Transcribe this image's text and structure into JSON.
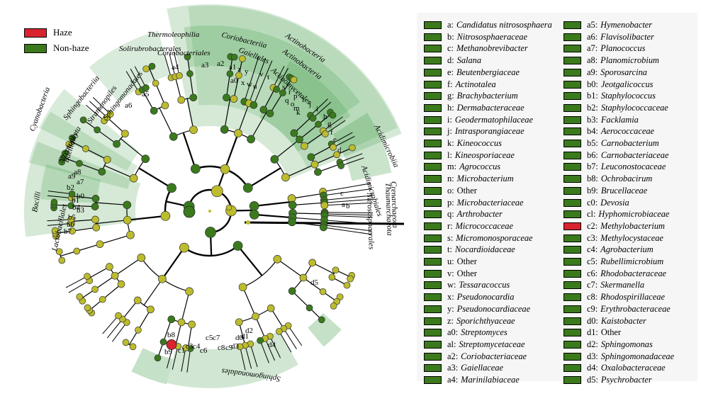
{
  "colors": {
    "haze": "#d9232e",
    "nonhaze": "#3a7a1c",
    "neutral_node": "#bcbc2e",
    "shade": "#3f9a45"
  },
  "groups": [
    {
      "label": "Haze",
      "color": "#d9232e"
    },
    {
      "label": "Non-haze",
      "color": "#3a7a1c"
    }
  ],
  "center_dot_color": "#bcbc2e",
  "clade_labels": [
    {
      "text": "Thermoleophilia"
    },
    {
      "text": "Solirubrobacterales"
    },
    {
      "text": "Coriobacteriales"
    },
    {
      "text": "Coriobacteriia"
    },
    {
      "text": "Gaiellales"
    },
    {
      "text": "Actinobacteria"
    },
    {
      "text": "Actinobacteria"
    },
    {
      "text": "Actinomycetales"
    },
    {
      "text": "Acidimicrobiia"
    },
    {
      "text": "Acidimicrobiales"
    },
    {
      "text": "Crenarchaeota"
    },
    {
      "text": "Thaumarchaeota"
    },
    {
      "text": "Nitrososphaerales"
    },
    {
      "text": "Cyanobacteria"
    },
    {
      "text": "Sphingobacteriia"
    },
    {
      "text": "Streptophyta"
    },
    {
      "text": "Stramenopiles"
    },
    {
      "text": "Sphingomonadales"
    },
    {
      "text": "Bacillales"
    },
    {
      "text": "Bacilli"
    },
    {
      "text": "Lactobacillales"
    },
    {
      "text": "Sphingomonadales"
    }
  ],
  "node_codes": [
    {
      "text": "a4"
    },
    {
      "text": "a3"
    },
    {
      "text": "a2"
    },
    {
      "text": "a1"
    },
    {
      "text": "z"
    },
    {
      "text": "y"
    },
    {
      "text": "v"
    },
    {
      "text": "t"
    },
    {
      "text": "a0"
    },
    {
      "text": "x"
    },
    {
      "text": "w"
    },
    {
      "text": "u"
    },
    {
      "text": "s"
    },
    {
      "text": "r"
    },
    {
      "text": "p"
    },
    {
      "text": "l"
    },
    {
      "text": "j"
    },
    {
      "text": "i"
    },
    {
      "text": "q"
    },
    {
      "text": "o"
    },
    {
      "text": "m"
    },
    {
      "text": "k"
    },
    {
      "text": "h"
    },
    {
      "text": "g"
    },
    {
      "text": "f"
    },
    {
      "text": "e"
    },
    {
      "text": "d"
    },
    {
      "text": "c"
    },
    {
      "text": "a"
    },
    {
      "text": "b"
    },
    {
      "text": "a5"
    },
    {
      "text": "a6"
    },
    {
      "text": "a9"
    },
    {
      "text": "a8"
    },
    {
      "text": "b2"
    },
    {
      "text": "a7"
    },
    {
      "text": "b1"
    },
    {
      "text": "b0"
    },
    {
      "text": "b4"
    },
    {
      "text": "b3"
    },
    {
      "text": "b5"
    },
    {
      "text": "b6"
    },
    {
      "text": "b7"
    },
    {
      "text": "b9"
    },
    {
      "text": "b8"
    },
    {
      "text": "c1"
    },
    {
      "text": "c3"
    },
    {
      "text": "c4"
    },
    {
      "text": "c6"
    },
    {
      "text": "c5"
    },
    {
      "text": "c7"
    },
    {
      "text": "c8"
    },
    {
      "text": "c9"
    },
    {
      "text": "d3"
    },
    {
      "text": "d0"
    },
    {
      "text": "d1"
    },
    {
      "text": "d2"
    },
    {
      "text": "d4"
    },
    {
      "text": "d5"
    }
  ],
  "key_columns": [
    [
      {
        "code": "a:",
        "name": "Candidatus nitrososphaera",
        "group": "nonhaze"
      },
      {
        "code": "b:",
        "name": "Nitrososphaeraceae",
        "group": "nonhaze"
      },
      {
        "code": "c:",
        "name": "Methanobrevibacter",
        "group": "nonhaze"
      },
      {
        "code": "d:",
        "name": "Salana",
        "group": "nonhaze"
      },
      {
        "code": "e:",
        "name": "Beutenbergiaceae",
        "group": "nonhaze"
      },
      {
        "code": "f:",
        "name": "Actinotalea",
        "group": "nonhaze"
      },
      {
        "code": "g:",
        "name": "Brachybacterium",
        "group": "nonhaze"
      },
      {
        "code": "h:",
        "name": "Dermabacteraceae",
        "group": "nonhaze"
      },
      {
        "code": "i:",
        "name": "Geodermatophilaceae",
        "group": "nonhaze"
      },
      {
        "code": "j:",
        "name": "Intrasporangiaceae",
        "group": "nonhaze"
      },
      {
        "code": "k:",
        "name": "Kineococcus",
        "group": "nonhaze"
      },
      {
        "code": "l:",
        "name": "Kineosporiaceae",
        "group": "nonhaze"
      },
      {
        "code": "m:",
        "name": "Agrococcus",
        "group": "nonhaze"
      },
      {
        "code": "n:",
        "name": "Microbacterium",
        "group": "nonhaze"
      },
      {
        "code": "o:",
        "name": "Other",
        "group": "nonhaze",
        "plain": true
      },
      {
        "code": "p:",
        "name": "Microbacteriaceae",
        "group": "nonhaze"
      },
      {
        "code": "q:",
        "name": "Arthrobacter",
        "group": "nonhaze"
      },
      {
        "code": "r:",
        "name": "Micrococcaceae",
        "group": "nonhaze"
      },
      {
        "code": "s:",
        "name": "Micromonosporaceae",
        "group": "nonhaze"
      },
      {
        "code": "t:",
        "name": "Nocardioidaceae",
        "group": "nonhaze"
      },
      {
        "code": "u:",
        "name": "Other",
        "group": "nonhaze",
        "plain": true
      },
      {
        "code": "v:",
        "name": "Other",
        "group": "nonhaze",
        "plain": true
      },
      {
        "code": "w:",
        "name": "Tessaracoccus",
        "group": "nonhaze"
      },
      {
        "code": "x:",
        "name": "Pseudonocardia",
        "group": "nonhaze"
      },
      {
        "code": "y:",
        "name": "Pseudonocardiaceae",
        "group": "nonhaze"
      },
      {
        "code": "z:",
        "name": "Sporichthyaceae",
        "group": "nonhaze"
      },
      {
        "code": "a0:",
        "name": "Streptomyces",
        "group": "nonhaze"
      },
      {
        "code": "al:",
        "name": "Streptomycetaceae",
        "group": "nonhaze"
      },
      {
        "code": "a2:",
        "name": "Coriobacteriaceae",
        "group": "nonhaze"
      },
      {
        "code": "a3:",
        "name": "Gaiellaceae",
        "group": "nonhaze"
      },
      {
        "code": "a4:",
        "name": "Marinilabiaceae",
        "group": "nonhaze"
      }
    ],
    [
      {
        "code": "a5:",
        "name": "Hymenobacter",
        "group": "nonhaze"
      },
      {
        "code": "a6:",
        "name": "Flavisolibacter",
        "group": "nonhaze"
      },
      {
        "code": "a7:",
        "name": "Planococcus",
        "group": "nonhaze"
      },
      {
        "code": "a8:",
        "name": "Planomicrobium",
        "group": "nonhaze"
      },
      {
        "code": "a9:",
        "name": "Sporosarcina",
        "group": "nonhaze"
      },
      {
        "code": "b0:",
        "name": "Jeotgalicoccus",
        "group": "nonhaze"
      },
      {
        "code": "b1:",
        "name": "Staphylococcus",
        "group": "nonhaze"
      },
      {
        "code": "b2:",
        "name": "Staphylococcaceae",
        "group": "nonhaze"
      },
      {
        "code": "b3:",
        "name": "Facklamia",
        "group": "nonhaze"
      },
      {
        "code": "b4:",
        "name": "Aerococcaceae",
        "group": "nonhaze"
      },
      {
        "code": "b5:",
        "name": "Carnobacterium",
        "group": "nonhaze"
      },
      {
        "code": "b6:",
        "name": "Carnobacteriaceae",
        "group": "nonhaze"
      },
      {
        "code": "b7:",
        "name": "Leuconostocaceae",
        "group": "nonhaze"
      },
      {
        "code": "b8:",
        "name": "Ochrobacirum",
        "group": "nonhaze"
      },
      {
        "code": "b9:",
        "name": "Brucellaceae",
        "group": "nonhaze"
      },
      {
        "code": "c0:",
        "name": "Devosia",
        "group": "nonhaze"
      },
      {
        "code": "cl:",
        "name": "Hyphomicrobiaceae",
        "group": "nonhaze"
      },
      {
        "code": "c2:",
        "name": "Methylobacterium",
        "group": "haze"
      },
      {
        "code": "c3:",
        "name": "Methylocystaceae",
        "group": "nonhaze"
      },
      {
        "code": "c4:",
        "name": "Agrobacterium",
        "group": "nonhaze"
      },
      {
        "code": "c5:",
        "name": "Rubellimicrobium",
        "group": "nonhaze"
      },
      {
        "code": "c6:",
        "name": "Rhodobacteraceae",
        "group": "nonhaze"
      },
      {
        "code": "c7:",
        "name": "Skermanella",
        "group": "nonhaze"
      },
      {
        "code": "c8:",
        "name": "Rhodospirillaceae",
        "group": "nonhaze"
      },
      {
        "code": "c9:",
        "name": "Erythrobacteraceae",
        "group": "nonhaze"
      },
      {
        "code": "d0:",
        "name": "Kaistobacter",
        "group": "nonhaze"
      },
      {
        "code": "d1:",
        "name": "Other",
        "group": "nonhaze",
        "plain": true
      },
      {
        "code": "d2:",
        "name": "Sphingomonas",
        "group": "nonhaze"
      },
      {
        "code": "d3:",
        "name": "Sphingomonadaceae",
        "group": "nonhaze"
      },
      {
        "code": "d4:",
        "name": "Oxalobacteraceae",
        "group": "nonhaze"
      },
      {
        "code": "d5:",
        "name": "Psychrobacter",
        "group": "nonhaze"
      }
    ]
  ]
}
